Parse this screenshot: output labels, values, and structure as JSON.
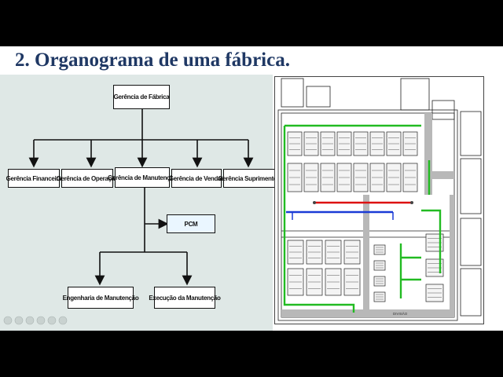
{
  "slide": {
    "title": "2. Organograma de uma fábrica."
  },
  "org_chart": {
    "top": "Gerência de Fábrica",
    "level2": [
      "Gerência Financeira",
      "Gerência de Operação",
      "Gerência de Manutenção",
      "Gerência de Vendas",
      "Gerência Suprimentos"
    ],
    "staff": "PCM",
    "level3": [
      "Engenharia de Manutenção",
      "Execução da Manutenção"
    ]
  },
  "floor_plan": {
    "bottom_label": "DIVISÃO",
    "colors": {
      "green": "#22bb22",
      "red": "#dd1111",
      "blue": "#1a3bd6",
      "gray": "#b8b8b8"
    }
  }
}
